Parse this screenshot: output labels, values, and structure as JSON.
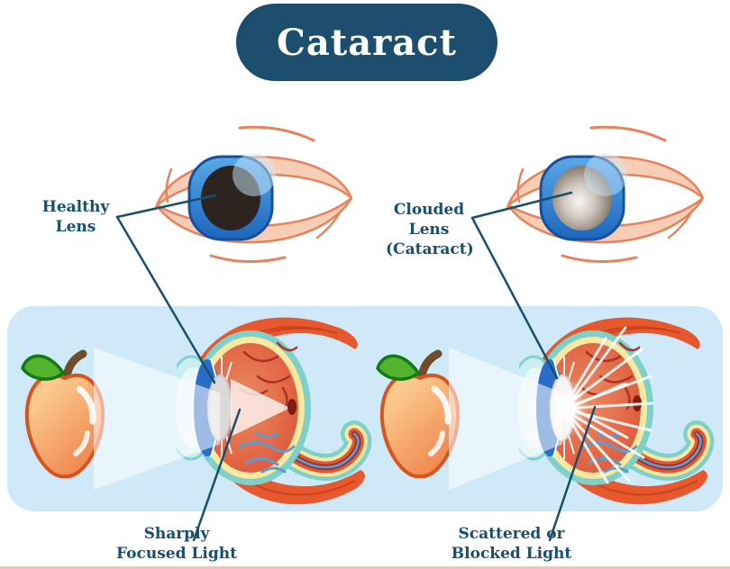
{
  "title": {
    "text": "Cataract"
  },
  "panels": {
    "healthy": {
      "lens_label": "Healthy\nLens",
      "light_label": "Sharply\nFocused Light"
    },
    "cataract": {
      "lens_label": "Clouded\nLens\n(Cataract)",
      "light_label": "Scattered or\nBlocked Light"
    }
  },
  "icons": [
    "front-eye-healthy-icon",
    "front-eye-cataract-icon",
    "eye-cross-section-healthy-icon",
    "eye-cross-section-cataract-icon",
    "apple-icon",
    "light-beam",
    "leader-line"
  ],
  "colors": {
    "title_bg": "#1d4e6d",
    "title_text": "#ffffff",
    "label_text": "#174f6e",
    "leader_line": "#174f6e",
    "band_bg": "#cfe9f8",
    "light_beam": "rgba(255,255,255,0.55)",
    "eyelid_fill": "#f8cdb5",
    "eyelid_line": "#e8825c",
    "iris_rim": "#15519b",
    "pupil_dark": "#2d241f",
    "apple_outline": "#d8541f",
    "leaf_green": "#54b32e",
    "leaf_outline": "#117a11",
    "stem_brown": "#6f4c2e",
    "sclera_teal": "#7fd0c8",
    "layer_cream": "#f8e8a0",
    "interior_red_edge": "#da4f32",
    "vessel_red": "#b03021",
    "vessel_blue": "#5b9bd0",
    "muscle_orange": "#e8582e",
    "muscle_stripe": "#c03f1a",
    "nerve_dark_red": "#99241a",
    "focal_spot": "#7e1d10",
    "cornea_fill": "#cdeef0",
    "iris_side_blue": "#2b6cc8",
    "lens_gray": "#dcdad8",
    "lens_clouded": "#f4f2ef",
    "bottom_strip": "rgba(235,140,140,0.55)"
  }
}
